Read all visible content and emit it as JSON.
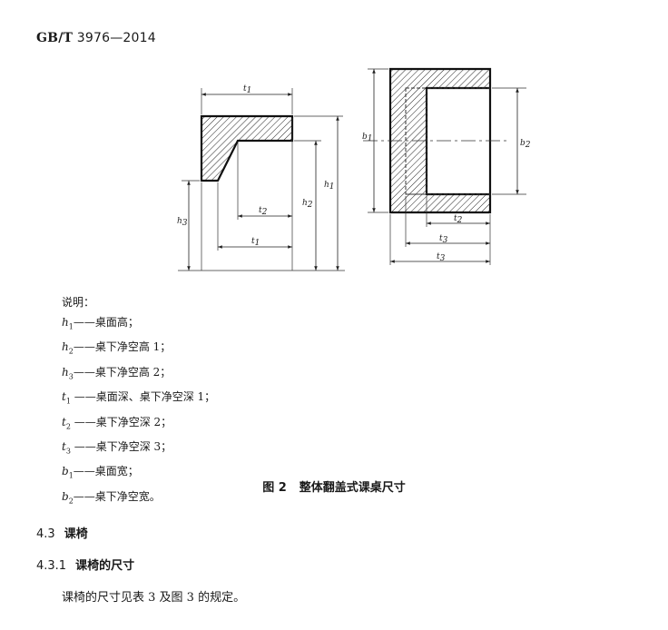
{
  "header": {
    "code": "GB/T",
    "number": "3976—2014"
  },
  "figure": {
    "dim_labels": {
      "t1_top": "t1",
      "t2": "t2",
      "t1_bottom": "t1",
      "h1": "h1",
      "h2": "h2",
      "h3": "h3",
      "b1": "b1",
      "b2": "b2",
      "t2_right": "t2",
      "t3_mid": "t3",
      "t3_bottom": "t3"
    }
  },
  "legend": {
    "title": "说明：",
    "items": [
      {
        "sym": "h",
        "sub": "1",
        "text": "——桌面高；"
      },
      {
        "sym": "h",
        "sub": "2",
        "text": "——桌下净空高 1；"
      },
      {
        "sym": "h",
        "sub": "3",
        "text": "——桌下净空高 2；"
      },
      {
        "sym": "t",
        "sub": "1",
        "text": " ——桌面深、桌下净空深 1；"
      },
      {
        "sym": "t",
        "sub": "2",
        "text": " ——桌下净空深 2；"
      },
      {
        "sym": "t",
        "sub": "3",
        "text": " ——桌下净空深 3；"
      },
      {
        "sym": "b",
        "sub": "1",
        "text": "——桌面宽；"
      },
      {
        "sym": "b",
        "sub": "2",
        "text": "——桌下净空宽。"
      }
    ]
  },
  "caption": {
    "num": "图 2",
    "title": "整体翻盖式课桌尺寸"
  },
  "section_4_3": {
    "num": "4.3",
    "title": "课椅"
  },
  "section_4_3_1": {
    "num": "4.3.1",
    "title": "课椅的尺寸"
  },
  "body": {
    "text": "课椅的尺寸见表 3 及图 3 的规定。"
  }
}
